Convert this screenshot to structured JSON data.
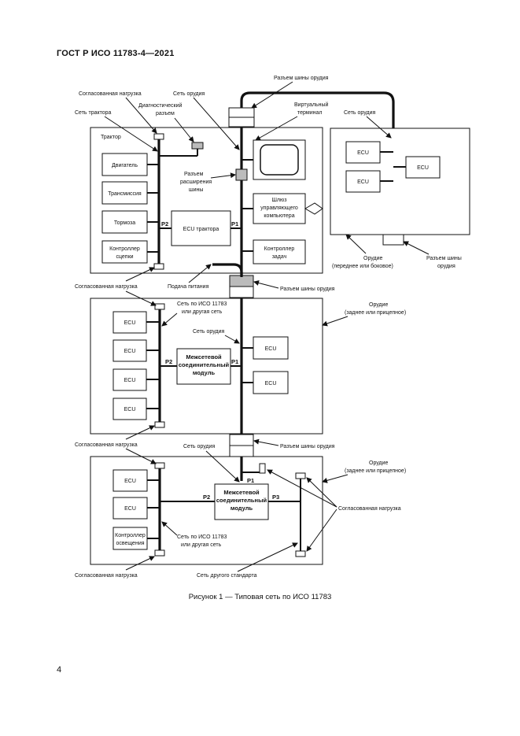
{
  "header": {
    "standard": "ГОСТ Р ИСО 11783-4—2021"
  },
  "page_number": "4",
  "caption": "Рисунок 1 — Типовая сеть по ИСО 11783",
  "diagram": {
    "tractor": {
      "title": "Трактор",
      "engine": "Двигатель",
      "transmission": "Трансмиссия",
      "brakes": "Тормоза",
      "hitch_ctrl": [
        "Контроллер",
        "сцепки"
      ],
      "tractor_ecu": "ECU трактора",
      "vt_label": [
        "Виртуальный",
        "терминал"
      ],
      "gateway": [
        "Шлюз",
        "управляющего",
        "компьютера"
      ],
      "task_ctrl": [
        "Контроллер",
        "задач"
      ],
      "ext_connector": [
        "Разъем",
        "расширения",
        "шины"
      ],
      "diag_connector": [
        "Диагностический",
        "разъем"
      ]
    },
    "front_implement": {
      "ecu1": "ECU",
      "ecu2": "ECU",
      "ecu3": "ECU",
      "title": [
        "Орудие",
        "(переднее или боковое)"
      ],
      "bus_connector": [
        "Разъем шины",
        "орудия"
      ]
    },
    "middle_implement": {
      "title": [
        "Орудие",
        "(заднее или прицепное)"
      ],
      "ecus_left": [
        "ECU",
        "ECU",
        "ECU",
        "ECU"
      ],
      "ecus_right": [
        "ECU",
        "ECU"
      ],
      "interconnect": [
        "Межсетевой",
        "соединительный",
        "модуль"
      ],
      "iso_or_other": [
        "Сеть по ИСО 11783",
        "или другая сеть"
      ],
      "impl_network": "Сеть орудия"
    },
    "bottom_implement": {
      "title": [
        "Орудие",
        "(заднее или прицепное)"
      ],
      "ecu1": "ECU",
      "ecu2": "ECU",
      "lighting": [
        "Контроллер",
        "освещения"
      ],
      "interconnect": [
        "Межсетевой",
        "соединительный",
        "модуль"
      ],
      "iso_or_other": [
        "Сеть по ИСО 11783",
        "или другая сеть"
      ],
      "impl_network": "Сеть орудия",
      "other_std": "Сеть другого стандарта"
    },
    "labels": {
      "matched_load": "Согласованная нагрузка",
      "impl_network": "Сеть орудия",
      "tractor_network": "Сеть трактора",
      "bus_connector": "Разъем шины орудия",
      "bus_connector_top": "Разъем шины орудия",
      "power": "Подача питания",
      "matched_loads": "Согласованная нагрузка",
      "p1": "P1",
      "p2": "P2",
      "p3": "P3"
    }
  }
}
